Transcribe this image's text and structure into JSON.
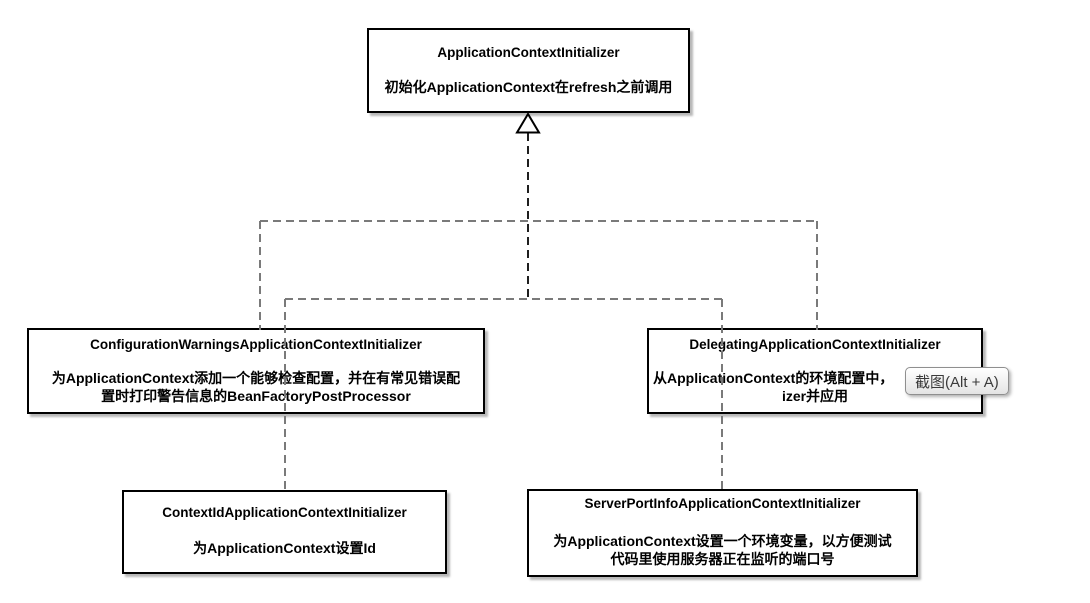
{
  "diagram": {
    "interface": {
      "title": "ApplicationContextInitializer",
      "desc_lines": [
        "初始化ApplicationContext在refresh之前调用"
      ]
    },
    "implementations": [
      {
        "title": "ConfigurationWarningsApplicationContextInitializer",
        "desc_lines": [
          "为ApplicationContext添加一个能够检查配置，并在有常见错误配",
          "置时打印警告信息的BeanFactoryPostProcessor"
        ]
      },
      {
        "title": "DelegatingApplicationContextInitializer",
        "desc_lines": [
          "从ApplicationContext的环境配置中，",
          "izer并应用"
        ]
      },
      {
        "title": "ContextIdApplicationContextInitializer",
        "desc_lines": [
          "为ApplicationContext设置Id"
        ]
      },
      {
        "title": "ServerPortInfoApplicationContextInitializer",
        "desc_lines": [
          "为ApplicationContext设置一个环境变量，以方便测试",
          "代码里使用服务器正在监听的端口号"
        ]
      }
    ],
    "colors": {
      "box_border": "#000000",
      "box_background": "#ffffff",
      "box_shadow": "#b8b8b8",
      "connector_gray": "#7a7a7a",
      "connector_dark": "#1f1f1f",
      "page_background": "#ffffff"
    }
  },
  "overlay": {
    "screenshot_tooltip_label": "截图(Alt + A)"
  }
}
